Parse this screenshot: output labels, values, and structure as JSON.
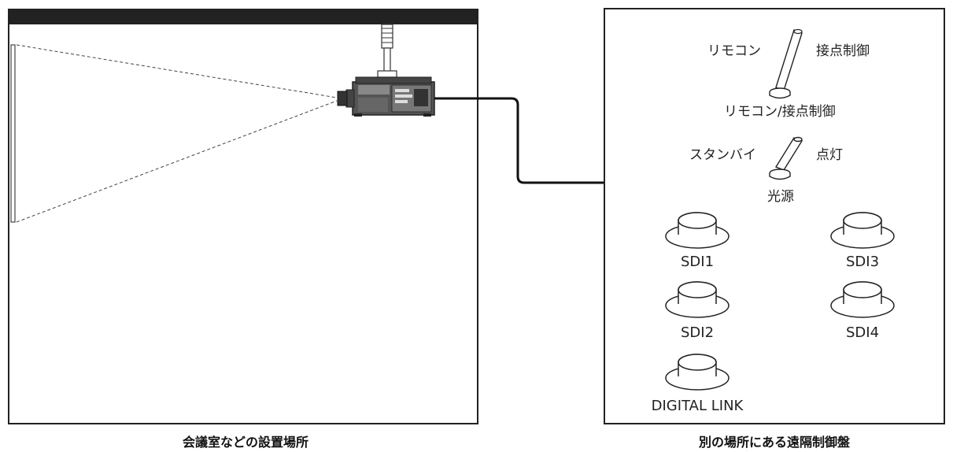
{
  "room_caption": "会議室などの設置場所",
  "panel_caption": "別の場所にある遠隔制御盤",
  "switch1": {
    "left": "リモコン",
    "right": "接点制御",
    "label": "リモコン/接点制御"
  },
  "switch2": {
    "left": "スタンバイ",
    "right": "点灯",
    "label": "光源"
  },
  "buttons": [
    {
      "id": "sdi1",
      "label": "SDI1"
    },
    {
      "id": "sdi3",
      "label": "SDI3"
    },
    {
      "id": "sdi2",
      "label": "SDI2"
    },
    {
      "id": "sdi4",
      "label": "SDI4"
    },
    {
      "id": "digital-link",
      "label": "DIGITAL LINK"
    }
  ]
}
